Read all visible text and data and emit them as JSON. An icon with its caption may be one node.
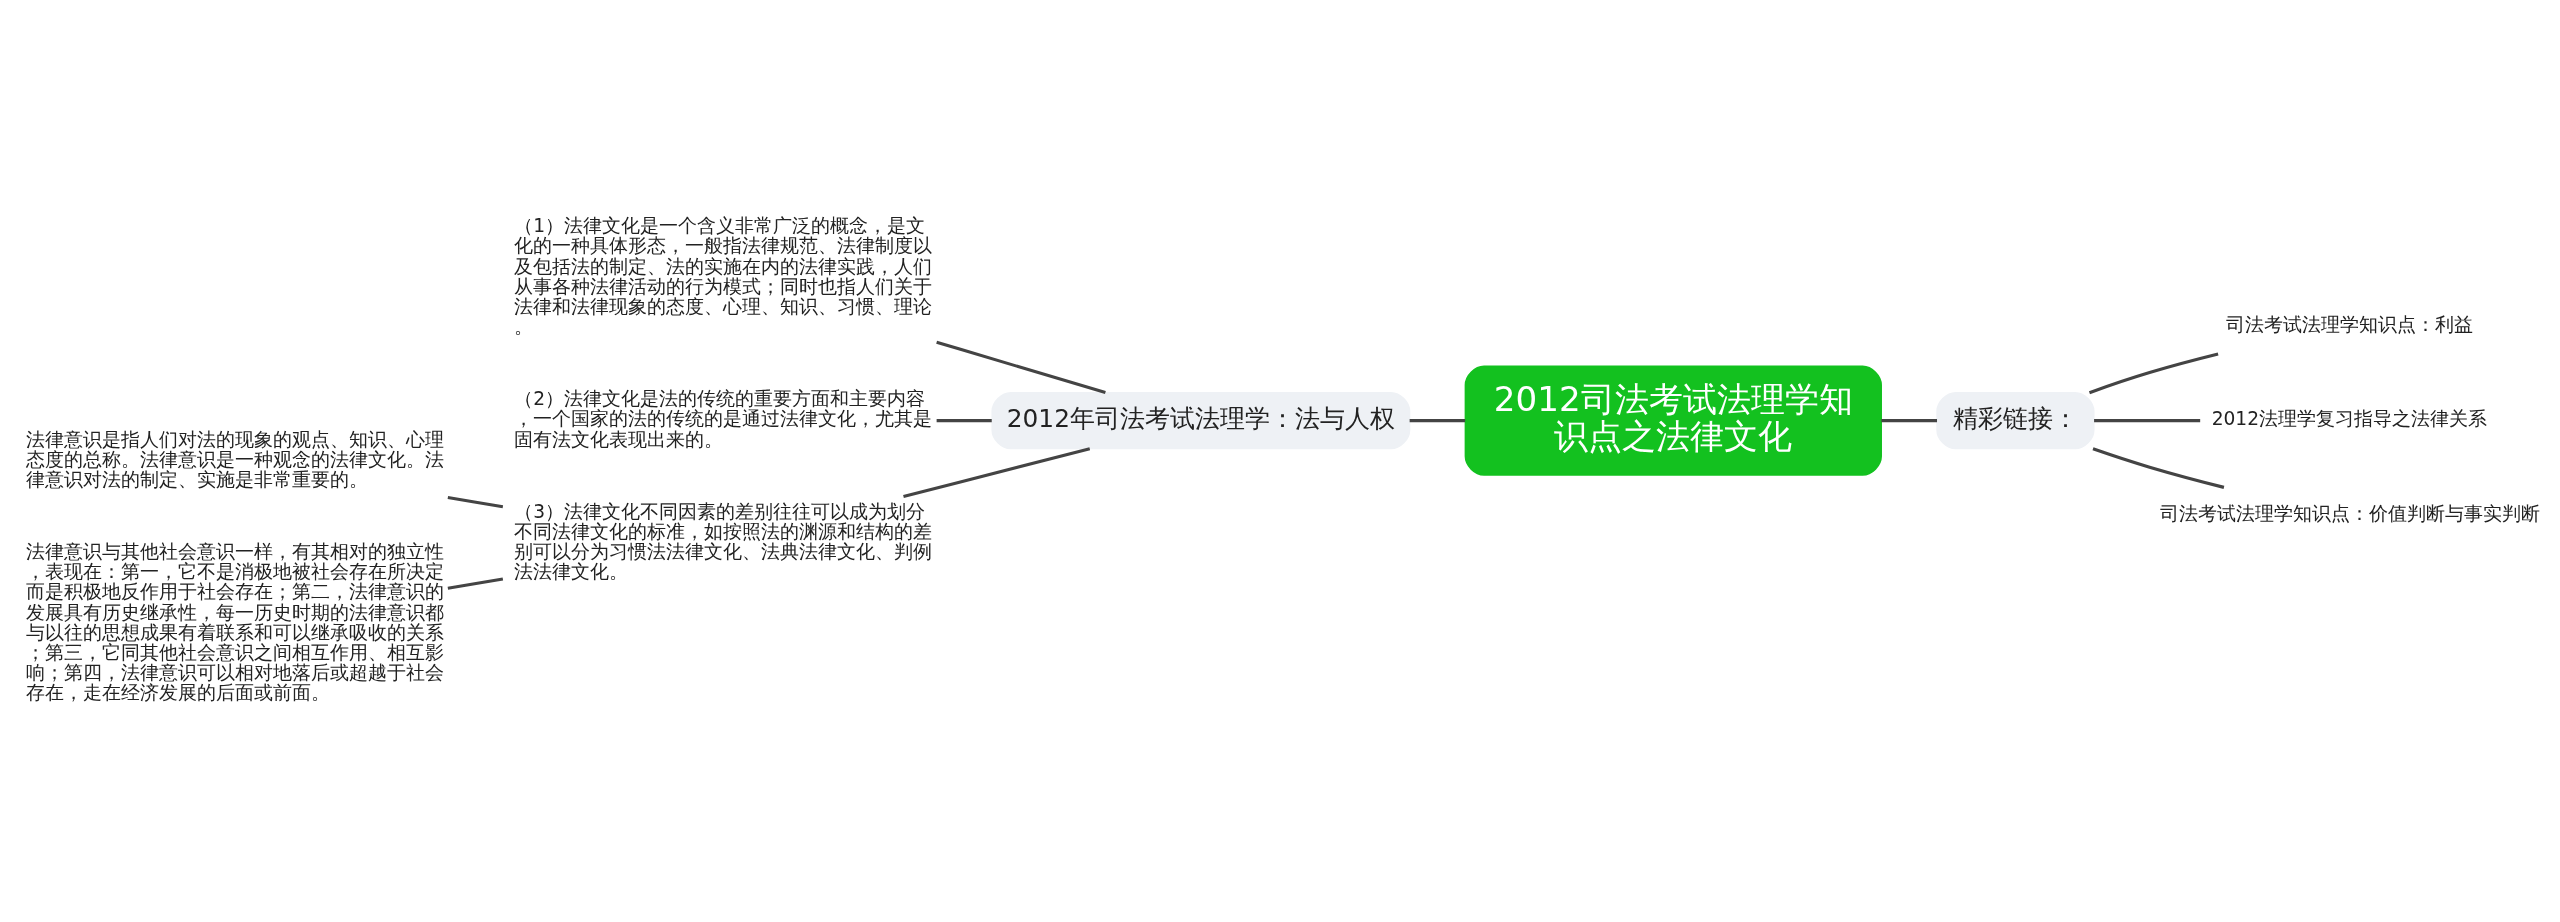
{
  "diagram": {
    "nodes": [
      {
        "text": [
          "2012司法考试法理学知识点之法律文化"
        ]
      },
      {
        "text": [
          "2012年司法考试法理学：法与人权"
        ]
      },
      {
        "text": [
          "（1）法律文化是一个含义非常广泛的概念，是文化的一种具体形态，一般指法律规范、法律制度以及包括法的制定、法的实施在内的法律实践，人们从事各种法律活动的行为模式；同时也指人们关于法律和法律现象的态度、心理、知识、习惯、理论。"
        ]
      },
      {
        "text": [
          "（2）法律文化是法的传统的重要方面和主要内容，一个国家的法的传统的是通过法律文化，尤其是固有法文化表现出来的。"
        ]
      },
      {
        "text": [
          "（3）法律文化不同因素的差别往往可以成为划分不同法律文化的标准，如按照法的渊源和结构的差别可以分为习惯法法律文化、法典法律文化、判例法法律文化。"
        ]
      },
      {
        "text": [
          "法律意识是指人们对法的现象的观点、知识、心理态度的总称。法律意识是一种观念的法律文化。法律意识对法的制定、实施是非常重要的。"
        ]
      },
      {
        "text": [
          "法律意识与其他社会意识一样，有其相对的独立性，表现在：第一，它不是消极地被社会存在所决定而是积极地反作用于社会存在；第二，法律意识的发展具有历史继承性，每一历史时期的法律意识都与以往的思想成果有着联系和可以继承吸收的关系；第三，它同其他社会意识之间相互作用、相互影响；第四，法律意识可以相对地落后或超越于社会存在，走在经济发展的后面或前面。"
        ]
      },
      {
        "text": [
          "精彩链接："
        ]
      },
      {
        "text": [
          "司法考试法理学知识点：利益"
        ]
      },
      {
        "text": [
          "2012法理学复习指导之法律关系"
        ]
      },
      {
        "text": [
          "司法考试法理学知识点：价值判断与事实判断"
        ]
      }
    ],
    "edges": [
      {
        "from": 0,
        "to": 1,
        "arrow": "none"
      },
      {
        "from": 1,
        "to": 2,
        "arrow": "none"
      },
      {
        "from": 1,
        "to": 3,
        "arrow": "none"
      },
      {
        "from": 1,
        "to": 4,
        "arrow": "none"
      },
      {
        "from": 4,
        "to": 5,
        "arrow": "none"
      },
      {
        "from": 4,
        "to": 6,
        "arrow": "none"
      },
      {
        "from": 0,
        "to": 7,
        "arrow": "none"
      },
      {
        "from": 7,
        "to": 8,
        "arrow": "none"
      },
      {
        "from": 7,
        "to": 9,
        "arrow": "none"
      },
      {
        "from": 7,
        "to": 10,
        "arrow": "none"
      }
    ]
  }
}
